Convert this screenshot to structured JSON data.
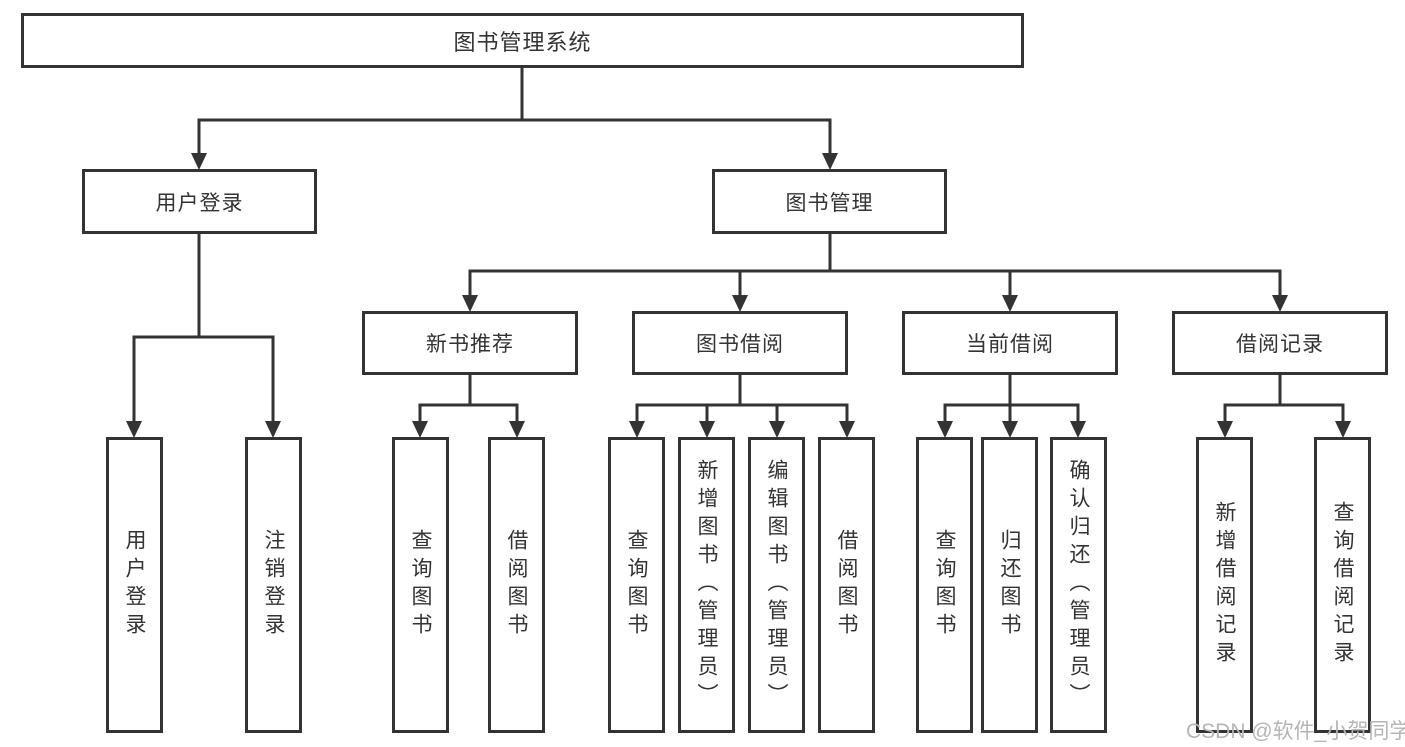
{
  "diagram": {
    "type": "hierarchy-tree",
    "colors": {
      "line": "#333333",
      "node_border": "#333333",
      "node_background": "#ffffff",
      "text": "#333333",
      "watermark": "#b5b5b5"
    },
    "tree": {
      "label": "图书管理系统",
      "children": [
        {
          "label": "用户登录",
          "children": [
            {
              "label": "用户登录"
            },
            {
              "label": "注销登录"
            }
          ]
        },
        {
          "label": "图书管理",
          "children": [
            {
              "label": "新书推荐",
              "children": [
                {
                  "label": "查询图书"
                },
                {
                  "label": "借阅图书"
                }
              ]
            },
            {
              "label": "图书借阅",
              "children": [
                {
                  "label": "查询图书"
                },
                {
                  "label": "新增图书（管理员）"
                },
                {
                  "label": "编辑图书（管理员）"
                },
                {
                  "label": "借阅图书"
                }
              ]
            },
            {
              "label": "当前借阅",
              "children": [
                {
                  "label": "查询图书"
                },
                {
                  "label": "归还图书"
                },
                {
                  "label": "确认归还（管理员）"
                }
              ]
            },
            {
              "label": "借阅记录",
              "children": [
                {
                  "label": "新增借阅记录"
                },
                {
                  "label": "查询借阅记录"
                }
              ]
            }
          ]
        }
      ]
    }
  },
  "watermark": {
    "text": "CSDN @软件_小贺同学"
  }
}
